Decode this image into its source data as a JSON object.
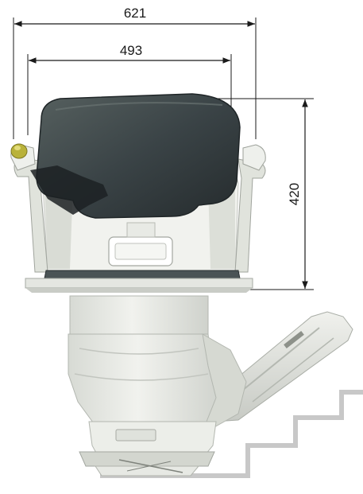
{
  "dimensions": {
    "overall_width": "621",
    "seat_width": "493",
    "backrest_height": "420"
  },
  "colors": {
    "dimension_line": "#1a1a1a",
    "backrest": "#3a4346",
    "body": "#e6e8e3",
    "body_shadow": "#c9ccc6",
    "stairs": "#c8c8c8",
    "knob": "#b9b23a"
  },
  "icons": {
    "armrest_knob": "armrest-knob-icon",
    "stairs": "stairs-icon"
  }
}
